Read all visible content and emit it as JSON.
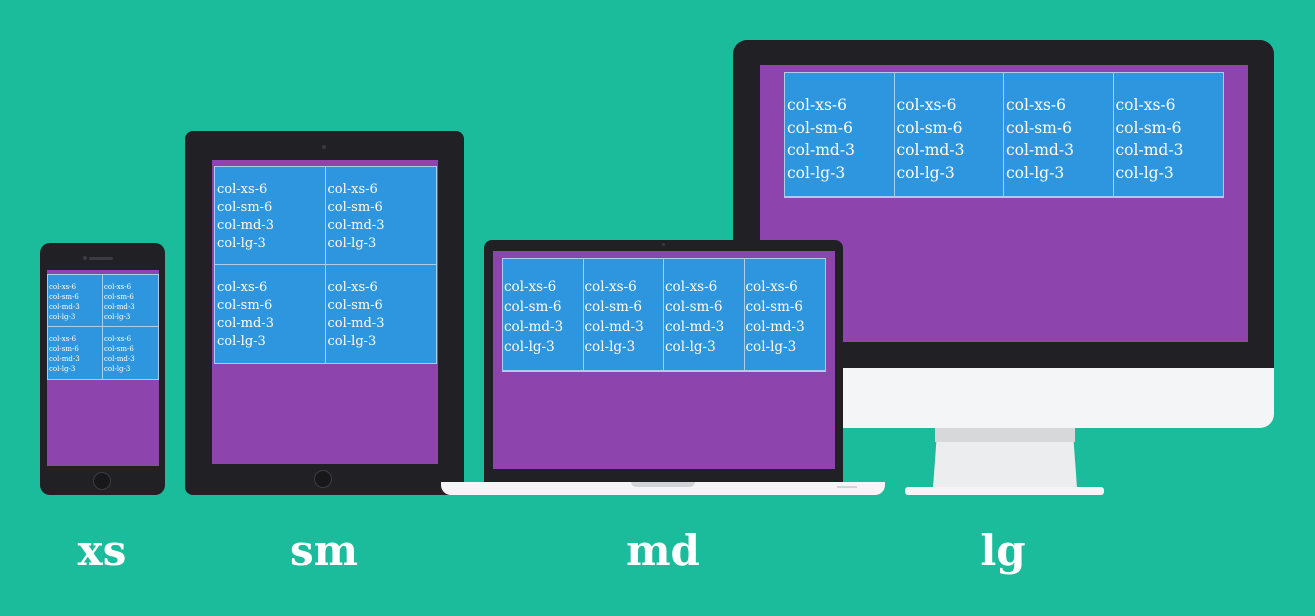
{
  "cell_lines": [
    "col-xs-6",
    "col-sm-6",
    "col-md-3",
    "col-lg-3"
  ],
  "labels": {
    "xs": "xs",
    "sm": "sm",
    "md": "md",
    "lg": "lg"
  },
  "devices": [
    {
      "id": "phone",
      "breakpoint": "xs",
      "cells": 4
    },
    {
      "id": "tablet",
      "breakpoint": "sm",
      "cells": 4
    },
    {
      "id": "laptop",
      "breakpoint": "md",
      "cells": 4
    },
    {
      "id": "desktop",
      "breakpoint": "lg",
      "cells": 4
    }
  ],
  "colors": {
    "background": "#1bbc9b",
    "device_frame": "#212125",
    "screen": "#8e44ad",
    "column": "#2e96de",
    "column_border": "#a9cdee",
    "device_silver": "#f4f5f7"
  }
}
